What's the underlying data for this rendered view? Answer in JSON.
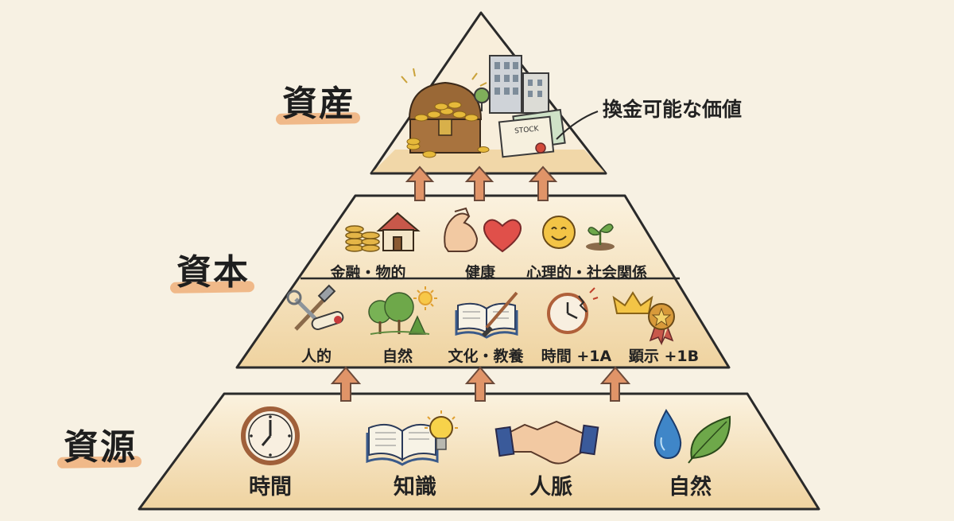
{
  "tiers": {
    "top": {
      "name": "資産",
      "note": "換金可能な価値",
      "stock_text": "STOCK"
    },
    "middle": {
      "name": "資本",
      "upper_items": [
        {
          "label": "金融・物的",
          "icons": [
            "coins-icon",
            "house-icon"
          ]
        },
        {
          "label": "健康",
          "icons": [
            "muscle-arm-icon",
            "heart-icon"
          ]
        },
        {
          "label": "心理的・社会関係",
          "icons": [
            "smiley-icon",
            "sprout-icon"
          ]
        }
      ],
      "lower_items": [
        {
          "label": "人的",
          "icons": [
            "tools-icon",
            "diploma-icon"
          ]
        },
        {
          "label": "自然",
          "icons": [
            "trees-icon",
            "sun-icon"
          ]
        },
        {
          "label": "文化・教養",
          "icons": [
            "open-book-icon",
            "brush-icon"
          ]
        },
        {
          "label": "時間 +1A",
          "icons": [
            "broken-clock-icon"
          ]
        },
        {
          "label": "顕示 +1B",
          "icons": [
            "crown-icon",
            "medal-icon"
          ]
        }
      ]
    },
    "bottom": {
      "name": "資源",
      "items": [
        {
          "label": "時間",
          "icons": [
            "clock-icon"
          ]
        },
        {
          "label": "知識",
          "icons": [
            "book-icon",
            "lightbulb-icon"
          ]
        },
        {
          "label": "人脈",
          "icons": [
            "handshake-icon"
          ]
        },
        {
          "label": "自然",
          "icons": [
            "water-drop-icon",
            "leaf-icon"
          ]
        }
      ]
    }
  },
  "colors": {
    "background": "#f7f1e3",
    "band_fill": "#f1d9ab",
    "outline": "#2a2a2a",
    "arrow": "#d9875a",
    "highlight": "#eda66b"
  }
}
